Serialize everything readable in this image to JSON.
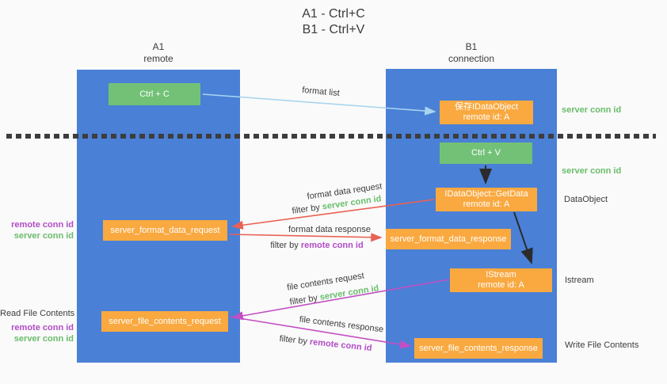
{
  "title": {
    "line1": "A1 - Ctrl+C",
    "line2": "B1 - Ctrl+V"
  },
  "lanes": {
    "a1": {
      "name": "A1",
      "subtitle": "remote"
    },
    "b1": {
      "name": "B1",
      "subtitle": "connection"
    }
  },
  "nodes": {
    "ctrl_c": {
      "label": "Ctrl + C"
    },
    "ctrl_v": {
      "label": "Ctrl + V"
    },
    "save_idataobject": {
      "line1": "保存IDataObject",
      "line2": "remote id: A"
    },
    "idataobject_getdata": {
      "line1": "IDataObject::GetData",
      "line2": "remote id: A"
    },
    "istream": {
      "line1": "IStream",
      "line2": "remote id: A"
    },
    "server_format_data_request": {
      "label": "server_format_data_request"
    },
    "server_format_data_response": {
      "label": "server_format_data_response"
    },
    "server_file_contents_request": {
      "label": "server_file_contents_request"
    },
    "server_file_contents_response": {
      "label": "server_file_contents_response"
    }
  },
  "right_labels": {
    "server_conn_id_top": "server conn id",
    "server_conn_id_mid": "server conn id",
    "dataobject": "DataObject",
    "istream": "Istream",
    "write_file_contents": "Write File Contents"
  },
  "left_labels": {
    "remote_conn_id_1": "remote conn id",
    "server_conn_id_1": "server conn id",
    "read_file_contents": "Read File Contents",
    "remote_conn_id_2": "remote conn id",
    "server_conn_id_2": "server conn id"
  },
  "flow_labels": {
    "format_list": "format list",
    "format_data_request": "format data request",
    "filter_by_1": "filter by",
    "server_conn_id_1": "server conn id",
    "format_data_response": "format data response",
    "filter_by_2": "filter by",
    "remote_conn_id_2": "remote conn id",
    "file_contents_request": "file contents request",
    "filter_by_3": "filter by",
    "server_conn_id_3": "server conn id",
    "file_contents_response": "file contents response",
    "filter_by_4": "filter by",
    "remote_conn_id_4": "remote conn id"
  },
  "colors": {
    "lane_blue": "#4a80d6",
    "node_green": "#73c177",
    "node_orange": "#f9a940",
    "arrow_light_blue": "#a8d4f0",
    "arrow_red": "#e96155",
    "arrow_magenta": "#c24fc4",
    "arrow_black": "#2b2b2b",
    "text_green": "#69bd6b",
    "text_purple": "#b14cc6",
    "background": "#fafafa"
  }
}
